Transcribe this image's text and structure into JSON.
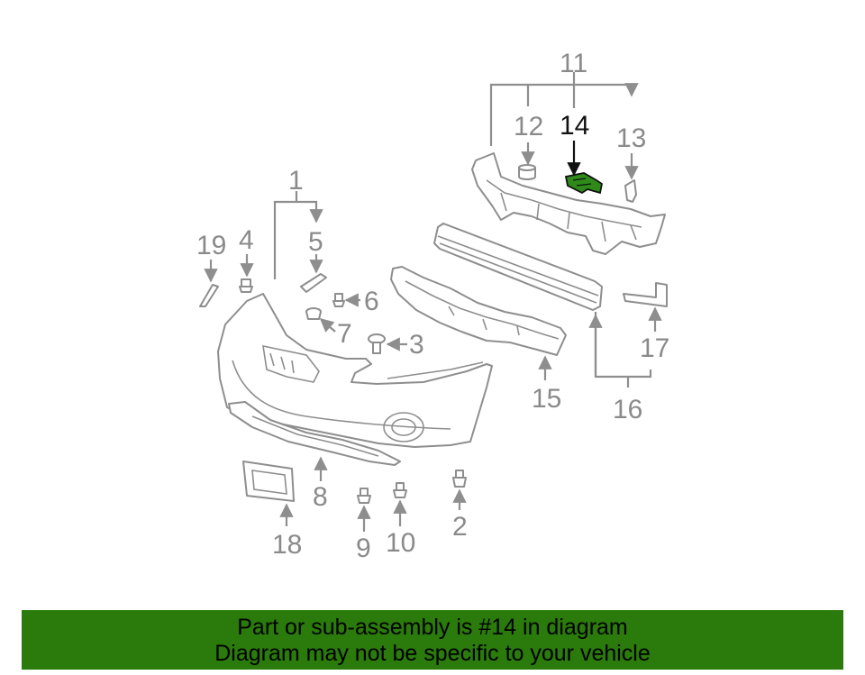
{
  "callouts": {
    "c1": "1",
    "c2": "2",
    "c3": "3",
    "c4": "4",
    "c5": "5",
    "c6": "6",
    "c7": "7",
    "c8": "8",
    "c9": "9",
    "c10": "10",
    "c11": "11",
    "c12": "12",
    "c13": "13",
    "c14": "14",
    "c15": "15",
    "c16": "16",
    "c17": "17",
    "c18": "18",
    "c19": "19"
  },
  "highlight_part": "14",
  "colors": {
    "line_art": "#8e8e8e",
    "highlight_part_fill": "#2e8b1a",
    "banner_background": "#2a7a0c",
    "banner_text": "#000000"
  },
  "banner": {
    "line1": "Part or sub-assembly is #14 in diagram",
    "line2": "Diagram may not be specific to your vehicle"
  }
}
